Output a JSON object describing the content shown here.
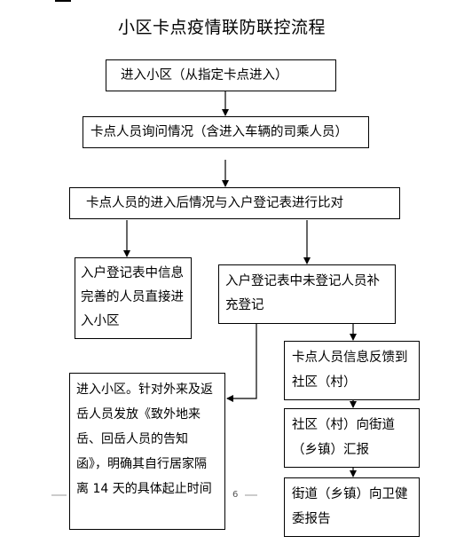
{
  "title": "小区卡点疫情联防联控流程",
  "footer": {
    "page_number": "6"
  },
  "nodes": {
    "enter_community": "进入小区（从指定卡点进入）",
    "inquiry": "卡点人员询问情况（含进入车辆的司乘人员）",
    "compare": "卡点人员的进入后情况与入户登记表进行比对",
    "registered_complete": "入户登记表中信息完善的人员直接进入小区",
    "unregistered": "入户登记表中未登记人员补充登记",
    "feedback_community": "卡点人员信息反馈到社区（村）",
    "report_street": "社区（村）向街道（乡镇）汇报",
    "report_health": "街道（乡镇）向卫健委报告",
    "notice_isolation": "进入小区。针对外来及返岳人员发放《致外地来岳、回岳人员的告知函》，明确其自行居家隔离 14 天的具体起止时间"
  },
  "colors": {
    "line": "#000000",
    "footer_line": "#9a9a9a"
  }
}
